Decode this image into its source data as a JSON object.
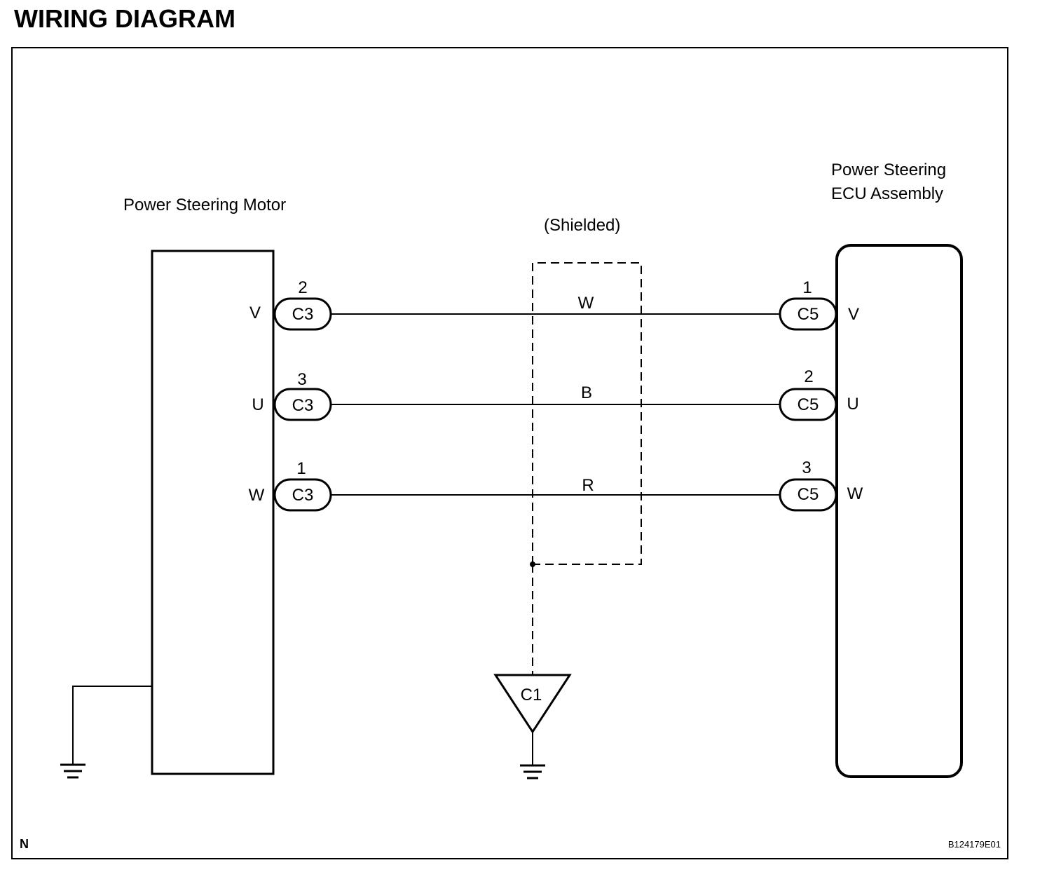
{
  "title": "WIRING DIAGRAM",
  "motor": {
    "label": "Power Steering Motor",
    "terminals": [
      {
        "name": "V",
        "pin": "2",
        "connector": "C3",
        "wire_color": "W"
      },
      {
        "name": "U",
        "pin": "3",
        "connector": "C3",
        "wire_color": "B"
      },
      {
        "name": "W",
        "pin": "1",
        "connector": "C3",
        "wire_color": "R"
      }
    ]
  },
  "ecu": {
    "label_line1": "Power Steering",
    "label_line2": "ECU Assembly",
    "terminals": [
      {
        "name": "V",
        "pin": "1",
        "connector": "C5"
      },
      {
        "name": "U",
        "pin": "2",
        "connector": "C5"
      },
      {
        "name": "W",
        "pin": "3",
        "connector": "C5"
      }
    ]
  },
  "shield": {
    "label": "(Shielded)"
  },
  "ground_connector": {
    "label": "C1"
  },
  "footer": {
    "left": "N",
    "right": "B124179E01"
  }
}
